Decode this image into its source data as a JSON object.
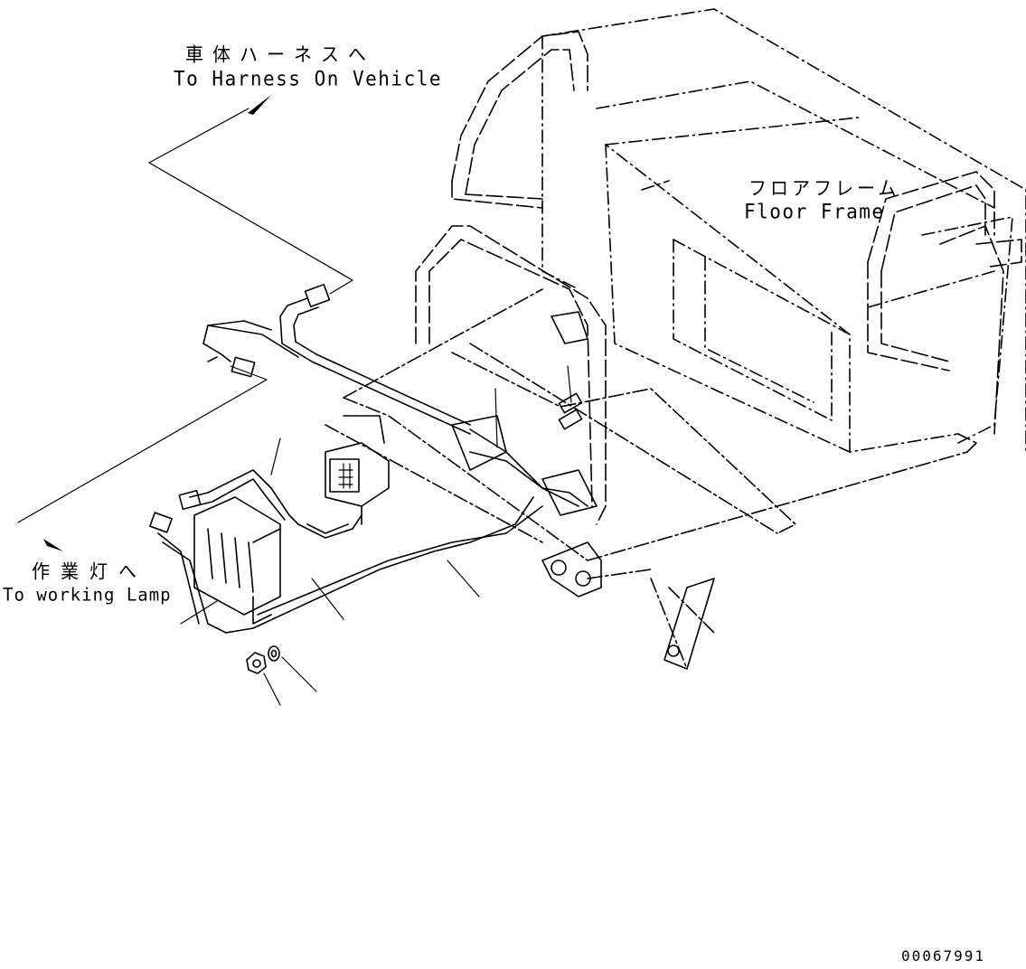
{
  "labels": {
    "harness_jp": "車体ハーネスへ",
    "harness_en": "To Harness On Vehicle",
    "floor_jp": "フロアフレーム",
    "floor_en": "Floor Frame",
    "lamp_jp": "作業灯へ",
    "lamp_en": "To working Lamp"
  },
  "document_number": "00067991"
}
